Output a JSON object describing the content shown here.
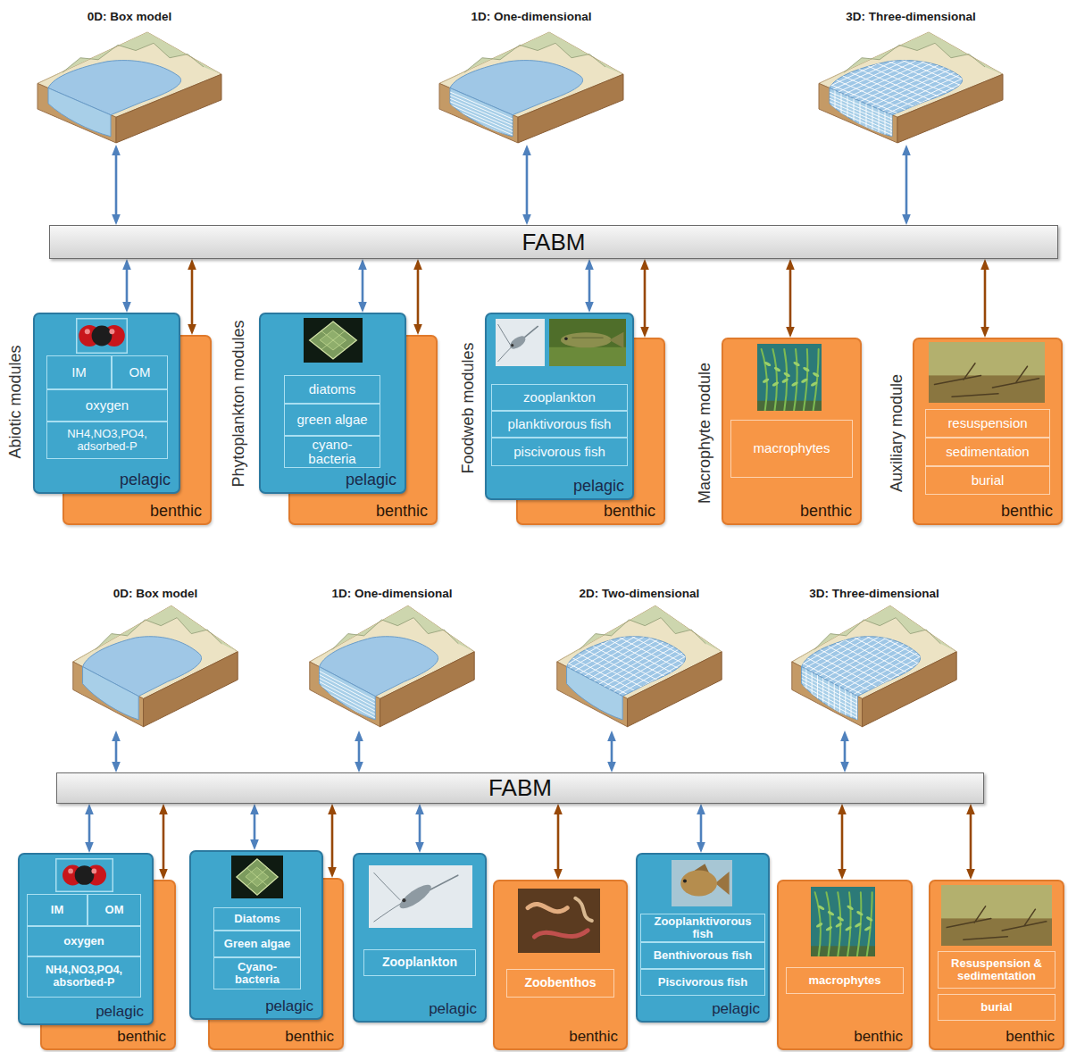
{
  "diagram": {
    "nodes": [
      {
        "text": [
          "0D: Box model"
        ]
      },
      {
        "text": [
          "1D: One-dimensional"
        ]
      },
      {
        "text": [
          "3D: Three-dimensional"
        ]
      },
      {
        "text": [
          "FABM"
        ]
      },
      {
        "text": [
          "pelagic"
        ]
      },
      {
        "text": [
          "IM"
        ],
        "in": 4
      },
      {
        "text": [
          "OM"
        ],
        "in": 4
      },
      {
        "text": [
          "oxygen"
        ],
        "in": 4
      },
      {
        "text": [
          "NH4,NO3,PO4, adsorbed-P"
        ],
        "in": 4
      },
      {
        "text": [
          "benthic"
        ]
      },
      {
        "text": [
          "pelagic"
        ]
      },
      {
        "text": [
          "diatoms"
        ],
        "in": 10
      },
      {
        "text": [
          "green algae"
        ],
        "in": 10
      },
      {
        "text": [
          "cyano- bacteria"
        ],
        "in": 10
      },
      {
        "text": [
          "benthic"
        ]
      },
      {
        "text": [
          "pelagic"
        ]
      },
      {
        "text": [
          "zooplankton"
        ],
        "in": 15
      },
      {
        "text": [
          "planktivorous fish"
        ],
        "in": 15
      },
      {
        "text": [
          "piscivorous fish"
        ],
        "in": 15
      },
      {
        "text": [
          "benthic"
        ]
      },
      {
        "text": [
          "benthic"
        ]
      },
      {
        "text": [
          "macrophytes"
        ],
        "in": 20
      },
      {
        "text": [
          "benthic"
        ]
      },
      {
        "text": [
          "resuspension"
        ],
        "in": 22
      },
      {
        "text": [
          "sedimentation"
        ],
        "in": 22
      },
      {
        "text": [
          "burial"
        ],
        "in": 22
      },
      {
        "text": [
          "0D: Box model"
        ]
      },
      {
        "text": [
          "1D: One-dimensional"
        ]
      },
      {
        "text": [
          "2D: Two-dimensional"
        ]
      },
      {
        "text": [
          "3D: Three-dimensional"
        ]
      },
      {
        "text": [
          "FABM"
        ]
      },
      {
        "text": [
          "pelagic"
        ]
      },
      {
        "text": [
          "IM"
        ],
        "in": 31
      },
      {
        "text": [
          "OM"
        ],
        "in": 31
      },
      {
        "text": [
          "oxygen"
        ],
        "in": 31
      },
      {
        "text": [
          "NH4,NO3,PO4, absorbed-P"
        ],
        "in": 31
      },
      {
        "text": [
          "benthic"
        ]
      },
      {
        "text": [
          "pelagic"
        ]
      },
      {
        "text": [
          "Diatoms"
        ],
        "in": 37
      },
      {
        "text": [
          "Green algae"
        ],
        "in": 37
      },
      {
        "text": [
          "Cyano- bacteria"
        ],
        "in": 37
      },
      {
        "text": [
          "benthic"
        ]
      },
      {
        "text": [
          "pelagic"
        ]
      },
      {
        "text": [
          "Zooplankton"
        ],
        "in": 42
      },
      {
        "text": [
          "benthic"
        ]
      },
      {
        "text": [
          "Zoobenthos"
        ],
        "in": 44
      },
      {
        "text": [
          "pelagic"
        ]
      },
      {
        "text": [
          "Zooplanktivorous fish"
        ],
        "in": 46
      },
      {
        "text": [
          "Benthivorous fish"
        ],
        "in": 46
      },
      {
        "text": [
          "Piscivorous fish"
        ],
        "in": 46
      },
      {
        "text": [
          "benthic"
        ]
      },
      {
        "text": [
          "macrophytes"
        ],
        "in": 50
      },
      {
        "text": [
          "benthic"
        ]
      },
      {
        "text": [
          "Resuspension & sedimentation"
        ],
        "in": 52
      },
      {
        "text": [
          "burial"
        ],
        "in": 52
      }
    ],
    "edges": [
      {
        "from": 0,
        "to": 3,
        "arrow": "both"
      },
      {
        "from": 1,
        "to": 3,
        "arrow": "both"
      },
      {
        "from": 2,
        "to": 3,
        "arrow": "both"
      },
      {
        "from": 3,
        "to": 4,
        "arrow": "both"
      },
      {
        "from": 3,
        "to": 9,
        "arrow": "both"
      },
      {
        "from": 3,
        "to": 10,
        "arrow": "both"
      },
      {
        "from": 3,
        "to": 14,
        "arrow": "both"
      },
      {
        "from": 3,
        "to": 15,
        "arrow": "both"
      },
      {
        "from": 3,
        "to": 19,
        "arrow": "both"
      },
      {
        "from": 3,
        "to": 20,
        "arrow": "both"
      },
      {
        "from": 3,
        "to": 22,
        "arrow": "both"
      },
      {
        "from": 26,
        "to": 30,
        "arrow": "both"
      },
      {
        "from": 27,
        "to": 30,
        "arrow": "both"
      },
      {
        "from": 28,
        "to": 30,
        "arrow": "both"
      },
      {
        "from": 29,
        "to": 30,
        "arrow": "both"
      },
      {
        "from": 30,
        "to": 31,
        "arrow": "both"
      },
      {
        "from": 30,
        "to": 36,
        "arrow": "both"
      },
      {
        "from": 30,
        "to": 37,
        "arrow": "both"
      },
      {
        "from": 30,
        "to": 41,
        "arrow": "both"
      },
      {
        "from": 30,
        "to": 42,
        "arrow": "both"
      },
      {
        "from": 30,
        "to": 44,
        "arrow": "both"
      },
      {
        "from": 30,
        "to": 46,
        "arrow": "both"
      },
      {
        "from": 30,
        "to": 50,
        "arrow": "both"
      },
      {
        "from": 30,
        "to": 52,
        "arrow": "both"
      }
    ],
    "labels": [
      "Abiotic modules",
      "Phytoplankton modules",
      "Foodweb modules",
      "Macrophyte module",
      "Auxiliary module"
    ]
  }
}
